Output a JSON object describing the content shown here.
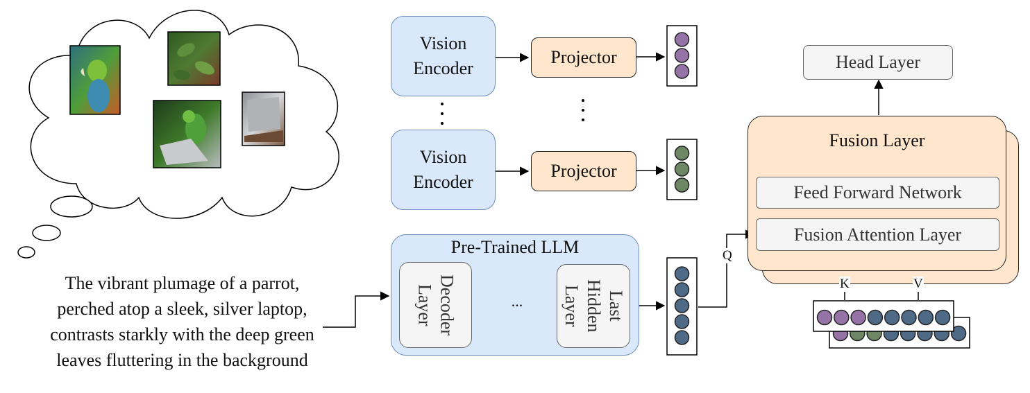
{
  "caption": "The vibrant plumage of a parrot, perched atop a sleek, silver laptop, contrasts starkly with the deep green leaves fluttering in the background",
  "vision_encoders": [
    {
      "label_line1": "Vision",
      "label_line2": "Encoder"
    },
    {
      "label_line1": "Vision",
      "label_line2": "Encoder"
    }
  ],
  "projectors": [
    {
      "label": "Projector"
    },
    {
      "label": "Projector"
    }
  ],
  "llm": {
    "title": "Pre-Trained LLM",
    "decoder_line1": "Decoder",
    "decoder_line2": "Layer",
    "ellipsis": "...",
    "last_line1": "Last",
    "last_line2": "Hidden",
    "last_line3": "Layer"
  },
  "head_layer": "Head Layer",
  "fusion": {
    "title": "Fusion Layer",
    "ffn": "Feed Forward Network",
    "attention": "Fusion Attention Layer"
  },
  "arrow_labels": {
    "q": "Q",
    "k": "K",
    "v": "V"
  },
  "colors": {
    "purple_token": "#9673a6",
    "green_token": "#6d8764",
    "slate_token": "#4e6a87",
    "encoder_fill": "#dae8fc",
    "encoder_stroke": "#6c8ebf",
    "projector_fill": "#ffe6cc",
    "fusion_fill": "#ffe6cc",
    "grey_fill": "#f5f5f5"
  },
  "images": [
    {
      "name": "parrot-photo"
    },
    {
      "name": "leaves-photo"
    },
    {
      "name": "parrot-laptop-photo"
    },
    {
      "name": "laptop-photo"
    }
  ]
}
